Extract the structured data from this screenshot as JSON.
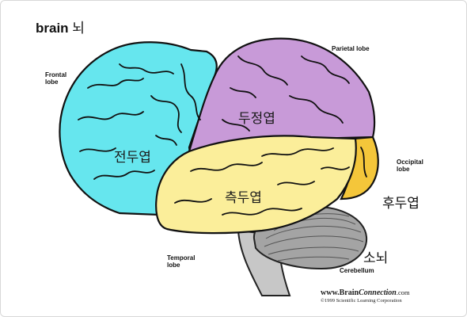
{
  "header": {
    "title_en": "brain",
    "title_ko": "뇌"
  },
  "labels": {
    "frontal": [
      "Frontal",
      "lobe"
    ],
    "parietal": "Parietal lobe",
    "occipital": [
      "Occipital",
      "lobe"
    ],
    "temporal": [
      "Temporal",
      "lobe"
    ],
    "cerebellum": "Cerebellum"
  },
  "korean_labels": {
    "frontal": "전두엽",
    "parietal": "두정엽",
    "temporal": "측두엽",
    "occipital": "후두엽",
    "cerebellum": "소뇌"
  },
  "credit": {
    "url_prefix": "www.Brain",
    "url_italic": "Connection",
    "url_suffix": ".com",
    "copyright": "©1999 Scientific Learning Corporation"
  },
  "colors": {
    "frontal": "#66e6ee",
    "parietal": "#c89ad8",
    "temporal": "#fbee9a",
    "occipital": "#f4c63a",
    "cerebellum": "#a4a4a4",
    "brainstem": "#c7c7c7"
  }
}
